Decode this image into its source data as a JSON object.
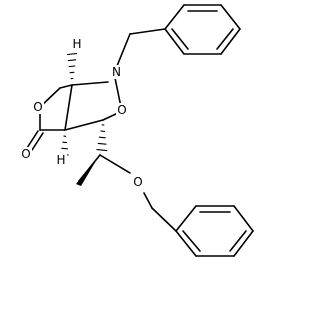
{
  "structure": {
    "atom_labels": {
      "ring_oxygen": "O",
      "carbonyl_oxygen": "O",
      "nitrogen": "N",
      "isoxazolidine_oxygen": "O",
      "ether_oxygen": "O",
      "stereo_h_top": "H",
      "stereo_h_bottom": "H"
    },
    "colors": {
      "bond": "#000000",
      "label": "#000000",
      "background": "#ffffff"
    }
  }
}
